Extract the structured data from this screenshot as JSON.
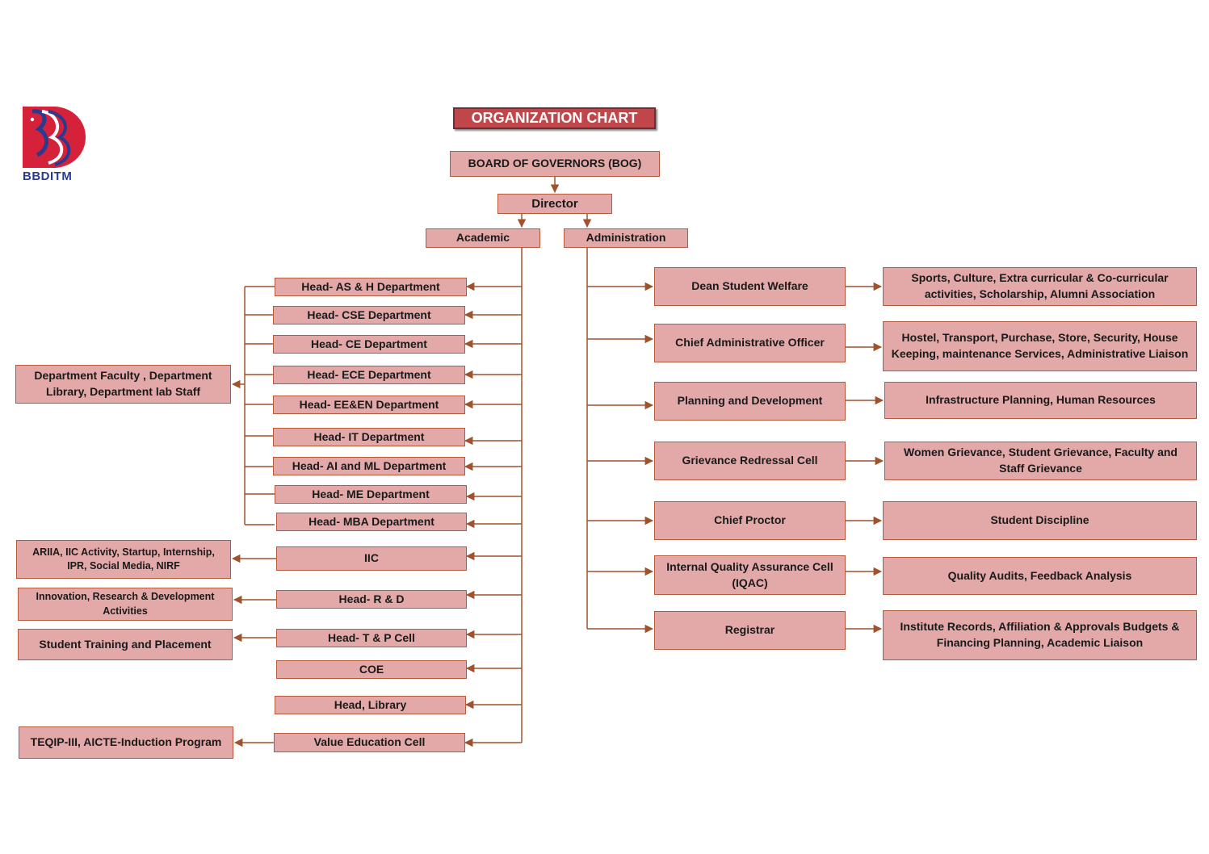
{
  "logo": {
    "text": "BBDITM"
  },
  "title": "ORGANIZATION CHART",
  "bog": "BOARD OF GOVERNORS (BOG)",
  "director": "Director",
  "academic": "Academic",
  "administration": "Administration",
  "academic_heads": [
    "Head- AS & H Department",
    "Head- CSE Department",
    "Head- CE Department",
    "Head- ECE Department",
    "Head- EE&EN Department",
    "Head- IT Department",
    "Head- AI and ML Department",
    "Head- ME Department",
    "Head- MBA Department",
    "IIC",
    "Head- R & D",
    "Head- T & P Cell",
    "COE",
    "Head, Library",
    "Value Education Cell"
  ],
  "academic_left": {
    "department_staff": "Department Faculty , Department Library, Department  lab Staff",
    "iic_activities": "ARIIA, IIC Activity, Startup, Internship, IPR, Social Media, NIRF",
    "rd_activities": "Innovation, Research & Development Activities",
    "tp_activities": "Student Training and Placement",
    "ve_activities": "TEQIP-III, AICTE-Induction Program"
  },
  "admin_units": [
    "Dean Student Welfare",
    "Chief Administrative Officer",
    "Planning and Development",
    "Grievance Redressal Cell",
    "Chief Proctor",
    "Internal Quality Assurance Cell (IQAC)",
    "Registrar"
  ],
  "admin_functions": [
    "Sports, Culture, Extra curricular & Co-curricular activities, Scholarship, Alumni Association",
    "Hostel, Transport, Purchase, Store, Security, House Keeping, maintenance Services, Administrative Liaison",
    "Infrastructure Planning, Human Resources",
    "Women Grievance, Student Grievance, Faculty and Staff Grievance",
    "Student Discipline",
    "Quality Audits, Feedback Analysis",
    "Institute Records, Affiliation & Approvals Budgets & Financing Planning, Academic Liaison"
  ],
  "colors": {
    "box_fill": "#e3a8a8",
    "box_border": "#b55a3c",
    "connector": "#a0522d",
    "title_fill": "#c0464a",
    "logo_red": "#d6213a",
    "logo_blue": "#2b3a8f"
  }
}
